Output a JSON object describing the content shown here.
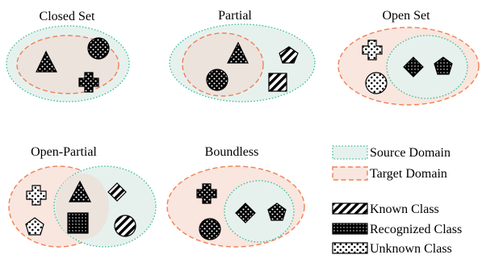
{
  "panels": {
    "closed_set": {
      "title": "Closed Set"
    },
    "partial": {
      "title": "Partial"
    },
    "open_set": {
      "title": "Open Set"
    },
    "open_partial": {
      "title": "Open-Partial"
    },
    "boundless": {
      "title": "Boundless"
    }
  },
  "legend": {
    "source_domain": "Source Domain",
    "target_domain": "Target Domain",
    "known_class": "Known Class",
    "recognized_class": "Recognized Class",
    "unknown_class": "Unknown Class"
  },
  "colors": {
    "source_fill": "#e6f1ee",
    "source_stroke": "#3dbf9a",
    "target_fill": "#f9e6de",
    "target_stroke": "#ef8055",
    "overlap_fill": "#ece3dd",
    "shape": "#000000"
  }
}
